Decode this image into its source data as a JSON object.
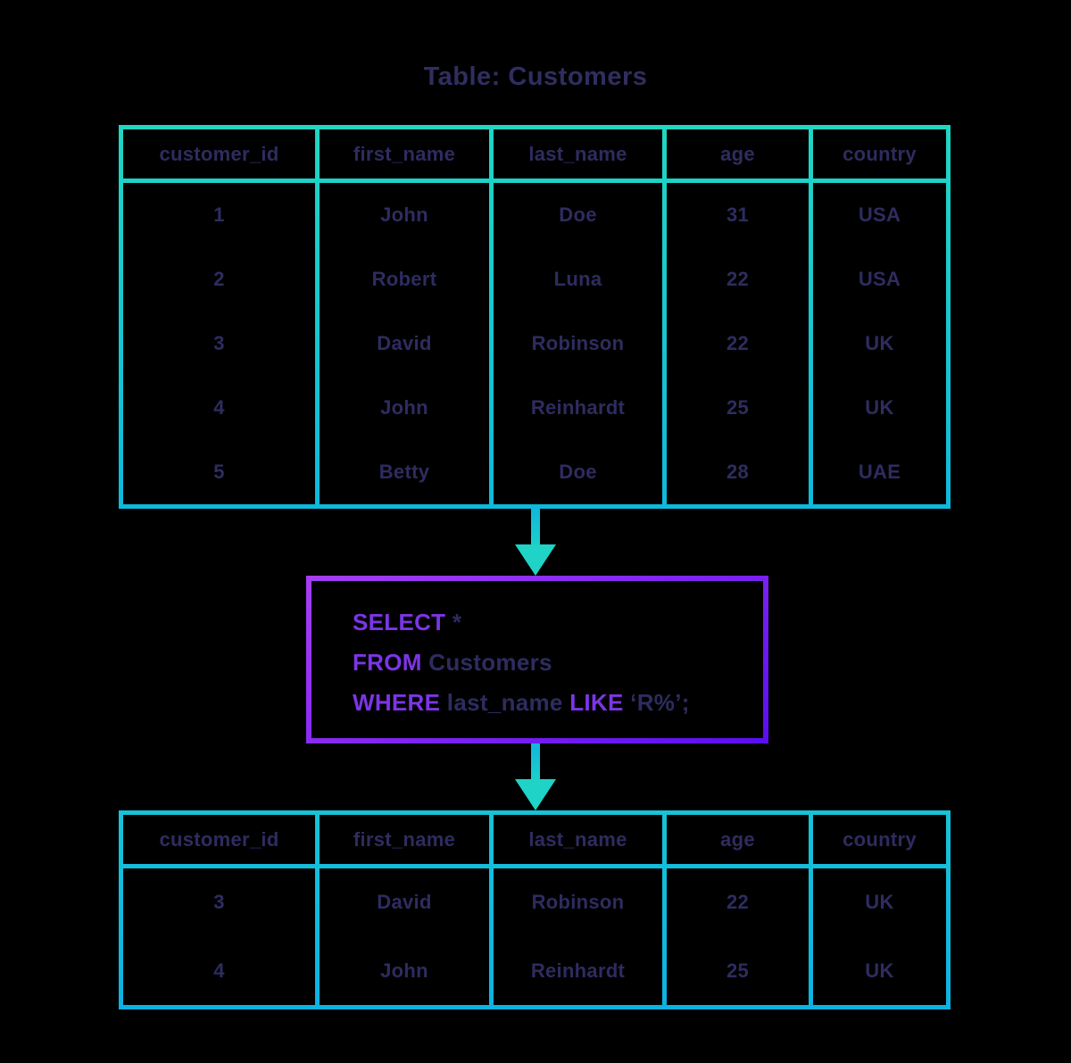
{
  "title": "Table: Customers",
  "colors": {
    "background": "#000000",
    "text_navy": "#2e2c5f",
    "keyword_purple": "#7c35e6",
    "table_border_gradient_top": "#20d6c2",
    "table_border_gradient_bottom": "#0cb2e2",
    "sql_box_border_gradient_start": "#a53ef2",
    "sql_box_border_gradient_end": "#5c0ef2",
    "arrow_cyan": "#17c6d3"
  },
  "source_table": {
    "columns": [
      "customer_id",
      "first_name",
      "last_name",
      "age",
      "country"
    ],
    "rows": [
      [
        "1",
        "John",
        "Doe",
        "31",
        "USA"
      ],
      [
        "2",
        "Robert",
        "Luna",
        "22",
        "USA"
      ],
      [
        "3",
        "David",
        "Robinson",
        "22",
        "UK"
      ],
      [
        "4",
        "John",
        "Reinhardt",
        "25",
        "UK"
      ],
      [
        "5",
        "Betty",
        "Doe",
        "28",
        "UAE"
      ]
    ]
  },
  "sql_query": {
    "line1": {
      "keyword": "SELECT",
      "rest": " *"
    },
    "line2": {
      "keyword": "FROM",
      "rest": " Customers"
    },
    "line3": {
      "keyword": "WHERE",
      "mid": " last_name ",
      "keyword2": "LIKE",
      "rest": " ‘R%’;"
    }
  },
  "result_table": {
    "columns": [
      "customer_id",
      "first_name",
      "last_name",
      "age",
      "country"
    ],
    "rows": [
      [
        "3",
        "David",
        "Robinson",
        "22",
        "UK"
      ],
      [
        "4",
        "John",
        "Reinhardt",
        "25",
        "UK"
      ]
    ]
  }
}
